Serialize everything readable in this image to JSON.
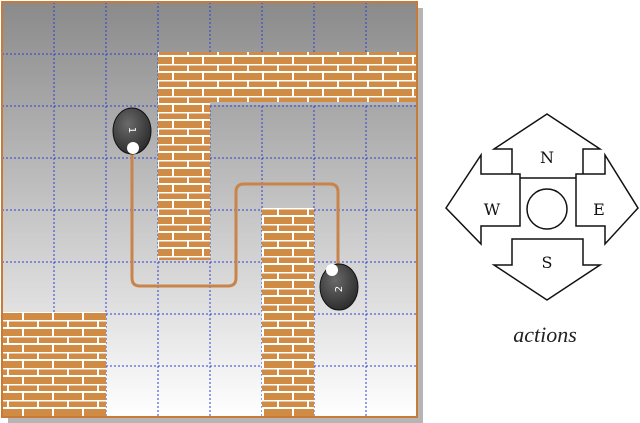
{
  "grid_world": {
    "agents": [
      {
        "id": "1",
        "label": "1"
      },
      {
        "id": "2",
        "label": "2"
      }
    ],
    "colors": {
      "brick": "#d08b45",
      "mortar": "#ffffff",
      "border": "#c87a38",
      "grid_line": "#2f3fd0",
      "path": "#c8844a",
      "agent": "#3a3a3a",
      "floor_top": "#8a8a8a",
      "floor_bottom": "#ffffff"
    }
  },
  "actions": {
    "north": "N",
    "south": "S",
    "east": "E",
    "west": "W",
    "stay_icon": "circle-icon",
    "caption": "actions"
  }
}
